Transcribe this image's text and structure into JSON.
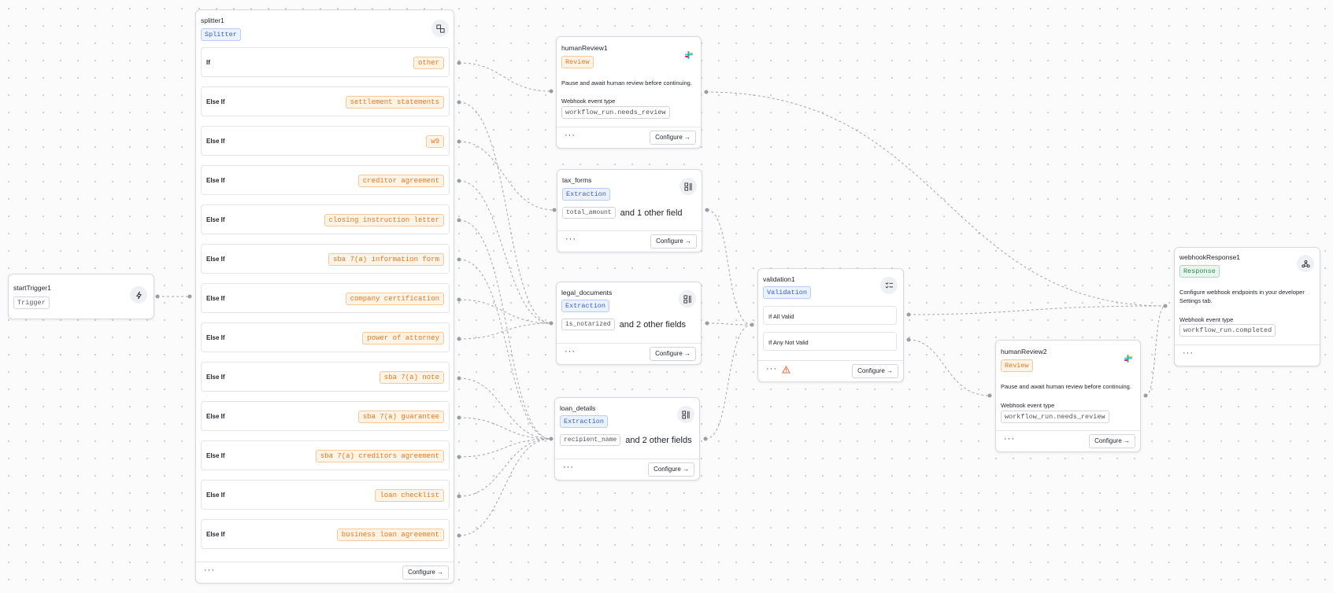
{
  "footer_more": "···",
  "configure_label": "Configure →",
  "start": {
    "title": "startTrigger1",
    "badge": "Trigger",
    "icon": "bolt-icon"
  },
  "splitter": {
    "title": "splitter1",
    "badge": "Splitter",
    "icon": "split-icon",
    "rows": [
      {
        "label": "If",
        "value": "other"
      },
      {
        "label": "Else If",
        "value": "settlement statements"
      },
      {
        "label": "Else If",
        "value": "w9"
      },
      {
        "label": "Else If",
        "value": "creditor agreement"
      },
      {
        "label": "Else If",
        "value": "closing instruction letter"
      },
      {
        "label": "Else If",
        "value": "sba 7(a) information form"
      },
      {
        "label": "Else If",
        "value": "company certification"
      },
      {
        "label": "Else If",
        "value": "power of attorney"
      },
      {
        "label": "Else If",
        "value": "sba 7(a) note"
      },
      {
        "label": "Else If",
        "value": "sba 7(a) guarantee"
      },
      {
        "label": "Else If",
        "value": "sba 7(a) creditors agreement"
      },
      {
        "label": "Else If",
        "value": "loan checklist"
      },
      {
        "label": "Else If",
        "value": "business loan agreement"
      }
    ]
  },
  "humanReview1": {
    "title": "humanReview1",
    "badge": "Review",
    "icon": "slack-icon",
    "description": "Pause and await human review before continuing.",
    "event_label": "Webhook event type",
    "event_value": "workflow_run.needs_review"
  },
  "tax_forms": {
    "title": "tax_forms",
    "badge": "Extraction",
    "icon": "extract-icon",
    "field": "total_amount",
    "more": "and 1 other field"
  },
  "legal_documents": {
    "title": "legal_documents",
    "badge": "Extraction",
    "icon": "extract-icon",
    "field": "is_notarized",
    "more": "and 2 other fields"
  },
  "loan_details": {
    "title": "loan_details",
    "badge": "Extraction",
    "icon": "extract-icon",
    "field": "recipient_name",
    "more": "and 2 other fields"
  },
  "validation": {
    "title": "validation1",
    "badge": "Validation",
    "icon": "checklist-icon",
    "options": [
      "If All Valid",
      "If Any Not Valid"
    ],
    "warning_icon": "warning-icon"
  },
  "humanReview2": {
    "title": "humanReview2",
    "badge": "Review",
    "icon": "slack-icon",
    "description": "Pause and await human review before continuing.",
    "event_label": "Webhook event type",
    "event_value": "workflow_run.needs_review"
  },
  "webhookResponse": {
    "title": "webhookResponse1",
    "badge": "Response",
    "icon": "webhook-icon",
    "description_line1": "Configure webhook endpoints in your developer",
    "description_line2": "Settings tab.",
    "event_label": "Webhook event type",
    "event_value": "workflow_run.completed"
  }
}
